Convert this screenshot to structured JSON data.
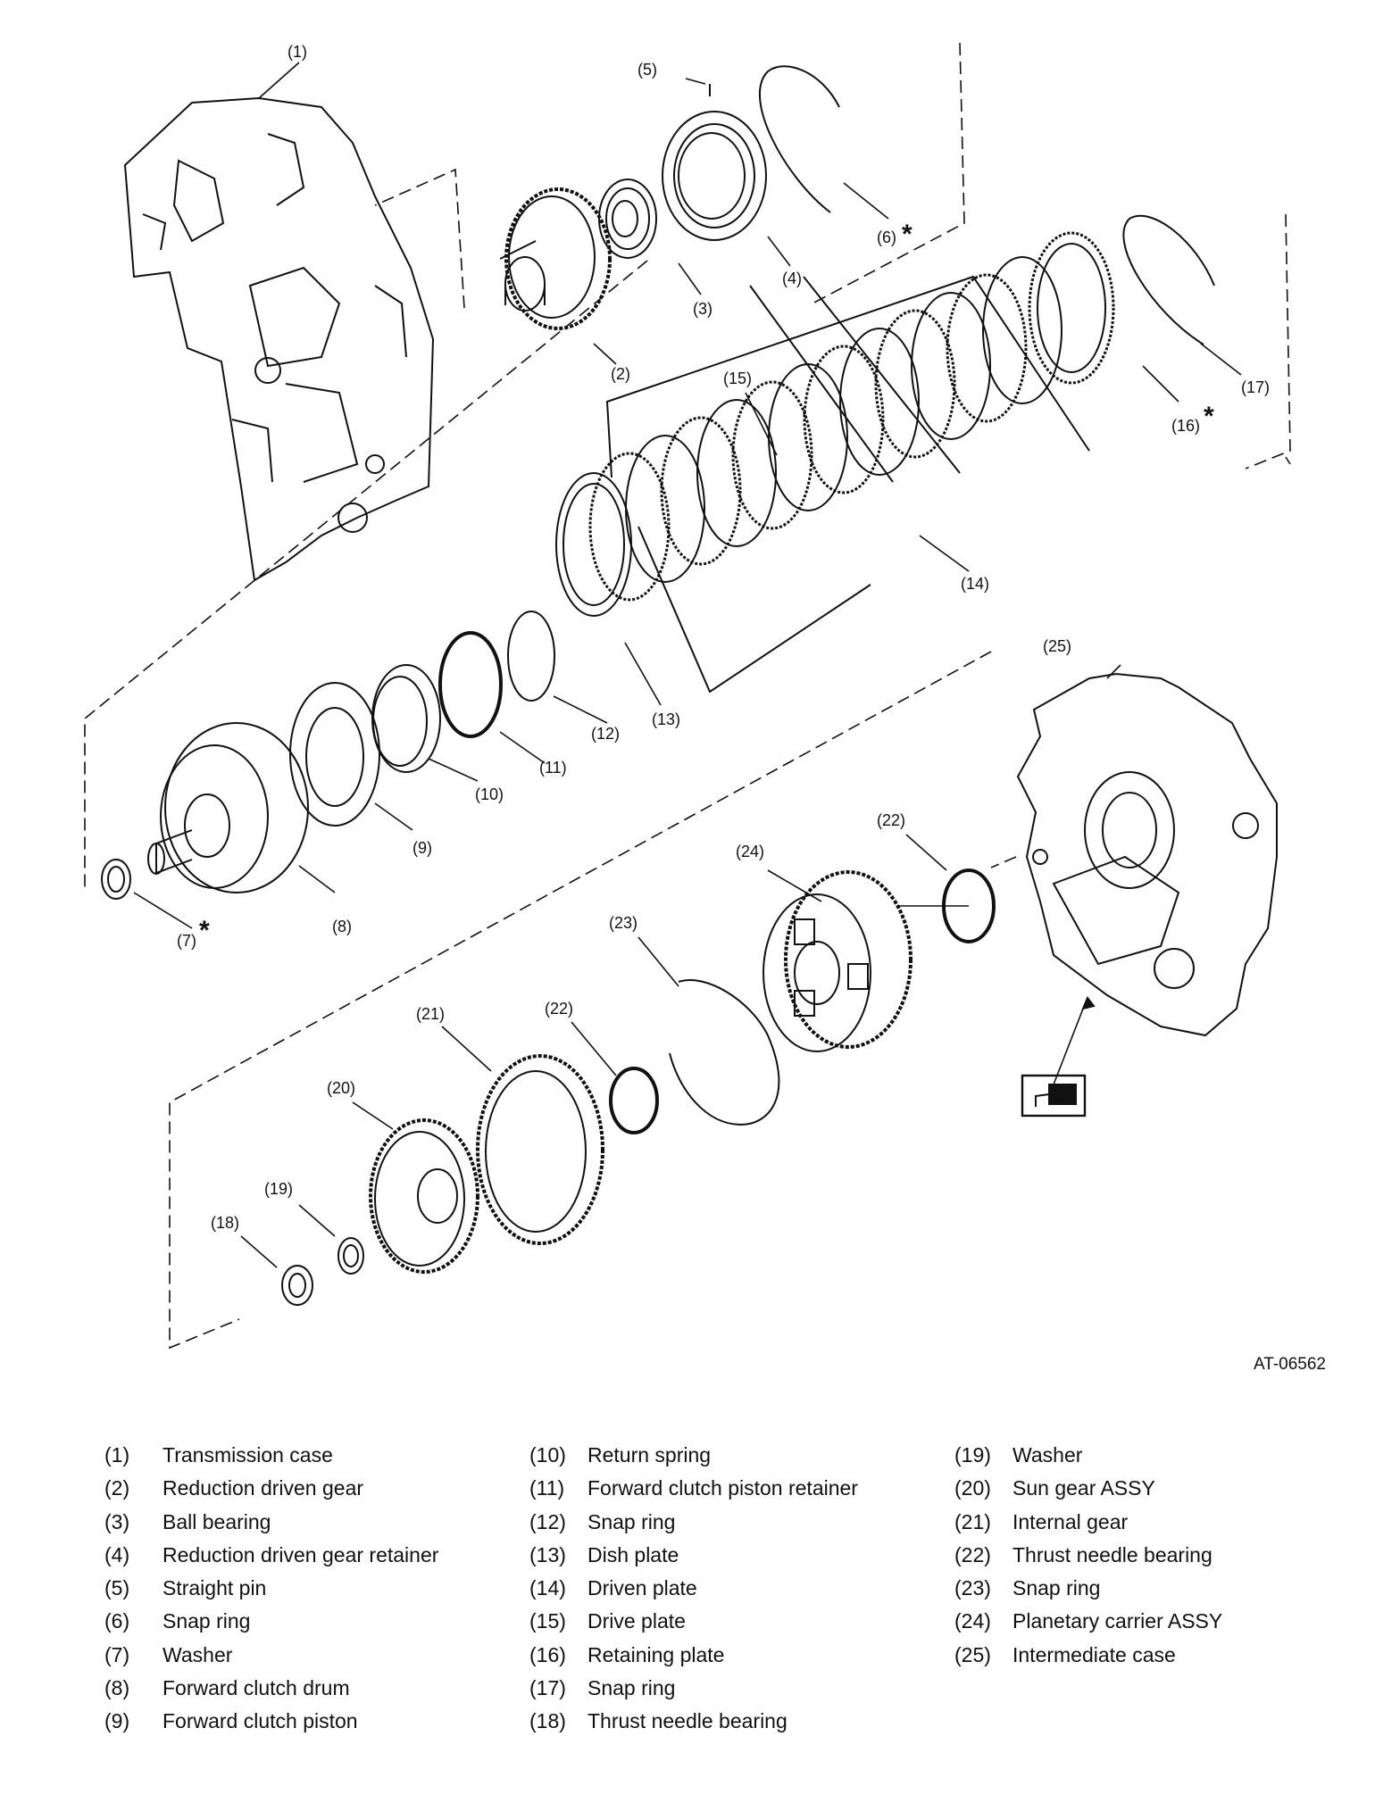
{
  "figure_code": "AT-06562",
  "callouts": [
    "(1)",
    "(2)",
    "(3)",
    "(4)",
    "(5)",
    "(6)",
    "(7)",
    "(8)",
    "(9)",
    "(10)",
    "(11)",
    "(12)",
    "(13)",
    "(14)",
    "(15)",
    "(16)",
    "(17)",
    "(18)",
    "(19)",
    "(20)",
    "(21)",
    "(22)",
    "(22)",
    "(23)",
    "(24)",
    "(25)"
  ],
  "asterisk": "*",
  "legend": [
    {
      "num": "(1)",
      "name": "Transmission case"
    },
    {
      "num": "(2)",
      "name": "Reduction driven gear"
    },
    {
      "num": "(3)",
      "name": "Ball bearing"
    },
    {
      "num": "(4)",
      "name": "Reduction driven gear retainer"
    },
    {
      "num": "(5)",
      "name": "Straight pin"
    },
    {
      "num": "(6)",
      "name": "Snap ring"
    },
    {
      "num": "(7)",
      "name": "Washer"
    },
    {
      "num": "(8)",
      "name": "Forward clutch drum"
    },
    {
      "num": "(9)",
      "name": "Forward clutch piston"
    },
    {
      "num": "(10)",
      "name": "Return spring"
    },
    {
      "num": "(11)",
      "name": "Forward clutch piston retainer"
    },
    {
      "num": "(12)",
      "name": "Snap ring"
    },
    {
      "num": "(13)",
      "name": "Dish plate"
    },
    {
      "num": "(14)",
      "name": "Driven plate"
    },
    {
      "num": "(15)",
      "name": "Drive plate"
    },
    {
      "num": "(16)",
      "name": "Retaining plate"
    },
    {
      "num": "(17)",
      "name": "Snap ring"
    },
    {
      "num": "(18)",
      "name": "Thrust needle bearing"
    },
    {
      "num": "(19)",
      "name": "Washer"
    },
    {
      "num": "(20)",
      "name": "Sun gear ASSY"
    },
    {
      "num": "(21)",
      "name": "Internal gear"
    },
    {
      "num": "(22)",
      "name": "Thrust needle bearing"
    },
    {
      "num": "(23)",
      "name": "Snap ring"
    },
    {
      "num": "(24)",
      "name": "Planetary carrier ASSY"
    },
    {
      "num": "(25)",
      "name": "Intermediate case"
    }
  ]
}
